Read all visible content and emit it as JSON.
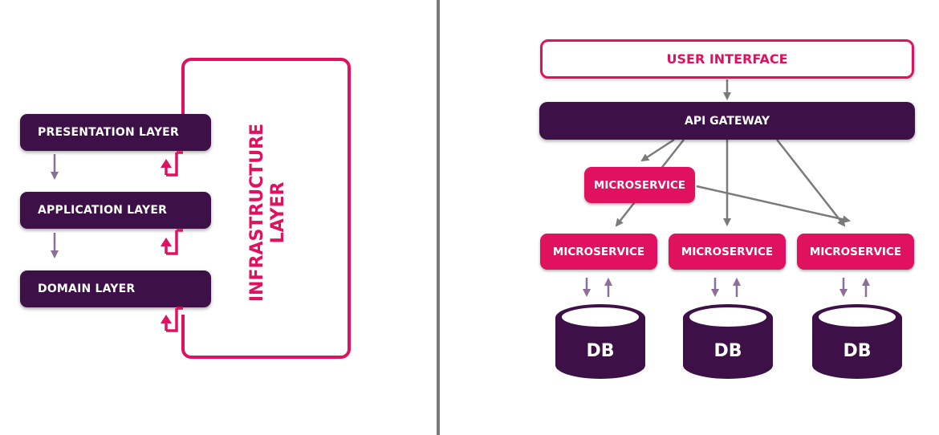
{
  "layered": {
    "layers": [
      "PRESENTATION LAYER",
      "APPLICATION LAYER",
      "DOMAIN LAYER"
    ],
    "infrastructure_label": [
      "INFRASTRUCTURE",
      "LAYER"
    ]
  },
  "microservices": {
    "user_interface": "USER INTERFACE",
    "api_gateway": "API GATEWAY",
    "service_label": "MICROSERVICE",
    "db_label": "DB"
  },
  "colors": {
    "primary_pink": "#e0115f",
    "dark_purple": "#3d1048",
    "arrow_gray": "#7a7a7a",
    "arrow_purple": "#8a6f96"
  }
}
